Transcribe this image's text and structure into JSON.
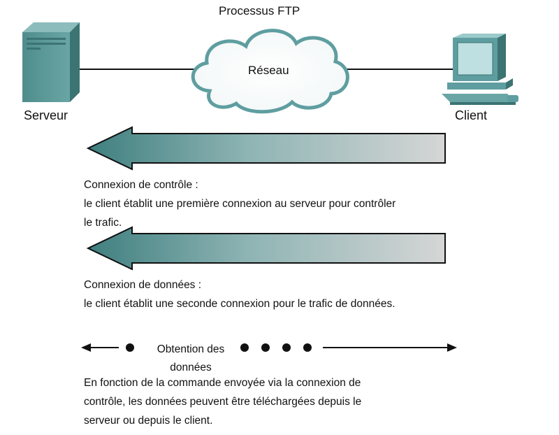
{
  "diagram": {
    "title": "Processus FTP",
    "cloud_label": "Réseau",
    "server_label": "Serveur",
    "client_label": "Client"
  },
  "control": {
    "heading": "Connexion de contrôle :",
    "line1": "le client établit une première connexion au serveur pour contrôler",
    "line2": "le trafic."
  },
  "data_conn": {
    "heading": "Connexion de données :",
    "line1": "le client établit une seconde connexion pour le trafic de données."
  },
  "retrieval": {
    "label_line1": "Obtention des",
    "label_line2": "données",
    "line1": "En fonction de la commande envoyée via la connexion de",
    "line2": "contrôle, les données peuvent être téléchargées depuis le",
    "line3": "serveur ou depuis le client."
  },
  "colors": {
    "teal_dark": "#3f7f7f",
    "teal_mid": "#5f9ea0",
    "arrow_light": "#d2d2d2",
    "cloud_stroke": "#5f9ea0"
  },
  "icons": [
    "server-icon",
    "network-cloud-icon",
    "client-computer-icon"
  ]
}
